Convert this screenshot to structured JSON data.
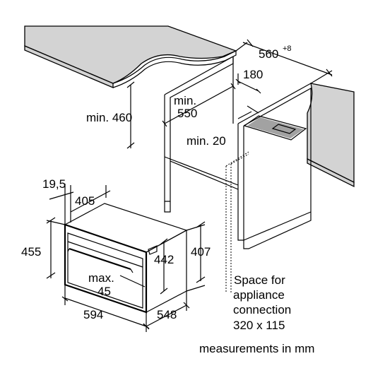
{
  "labels": {
    "width_niche_top": "560",
    "width_niche_top_tol": "+8",
    "depth_180": "180",
    "min_460": "min. 460",
    "min_550_line1": "min.",
    "min_550_line2": "550",
    "min_20": "min. 20",
    "dim_19_5": "19,5",
    "dim_405": "405",
    "dim_455": "455",
    "dim_442": "442",
    "dim_407": "407",
    "max45_line1": "max.",
    "max45_line2": "45",
    "dim_594": "594",
    "dim_548": "548"
  },
  "notes": {
    "space_line1": "Space for",
    "space_line2": "appliance",
    "space_line3": "connection",
    "space_line4": "320 x 115",
    "measurements": "measurements in mm"
  },
  "colors": {
    "countertop": "#d3d3d3",
    "line": "#000000"
  }
}
